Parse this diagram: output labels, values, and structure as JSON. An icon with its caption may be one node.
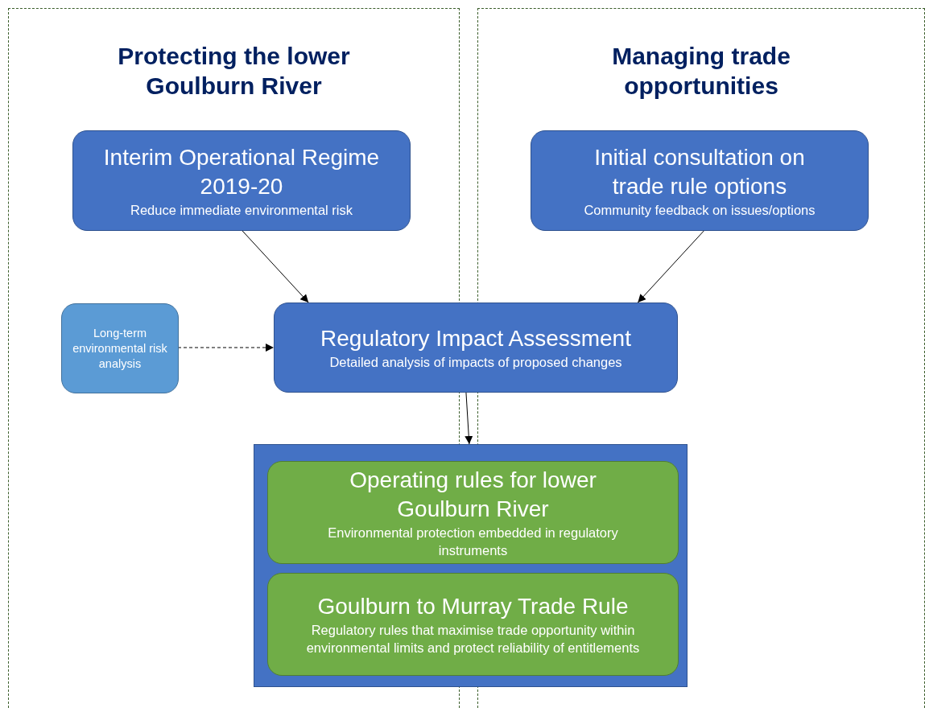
{
  "diagram": {
    "nodes": [
      {
        "text": [
          "Protecting the lower Goulburn River"
        ]
      },
      {
        "text": [
          "Managing trade opportunities"
        ]
      },
      {
        "text": [
          "Interim Operational Regime 2019-20",
          "Reduce immediate environmental risk"
        ],
        "in": 0
      },
      {
        "text": [
          "Initial consultation on trade rule options",
          "Community feedback on issues/options"
        ],
        "in": 1
      },
      {
        "text": [
          "Long-term environmental risk analysis"
        ],
        "in": 0
      },
      {
        "text": [
          "Regulatory Impact Assessment",
          "Detailed analysis of impacts of proposed changes"
        ]
      },
      {
        "text": [],
        "shape": "box"
      },
      {
        "text": [
          "Operating rules for lower Goulburn River",
          "Environmental protection embedded in regulatory instruments"
        ],
        "in": 6
      },
      {
        "text": [
          "Goulburn to Murray Trade Rule",
          "Regulatory rules that maximise trade opportunity within environmental limits and protect reliability of entitlements"
        ],
        "in": 6
      }
    ],
    "edges": [
      {
        "from": 2,
        "to": 5,
        "arrow": "to"
      },
      {
        "from": 3,
        "to": 5,
        "arrow": "to"
      },
      {
        "from": 4,
        "to": 5,
        "arrow": "to",
        "style": "dashed"
      },
      {
        "from": 5,
        "to": 6,
        "arrow": "to"
      }
    ]
  }
}
